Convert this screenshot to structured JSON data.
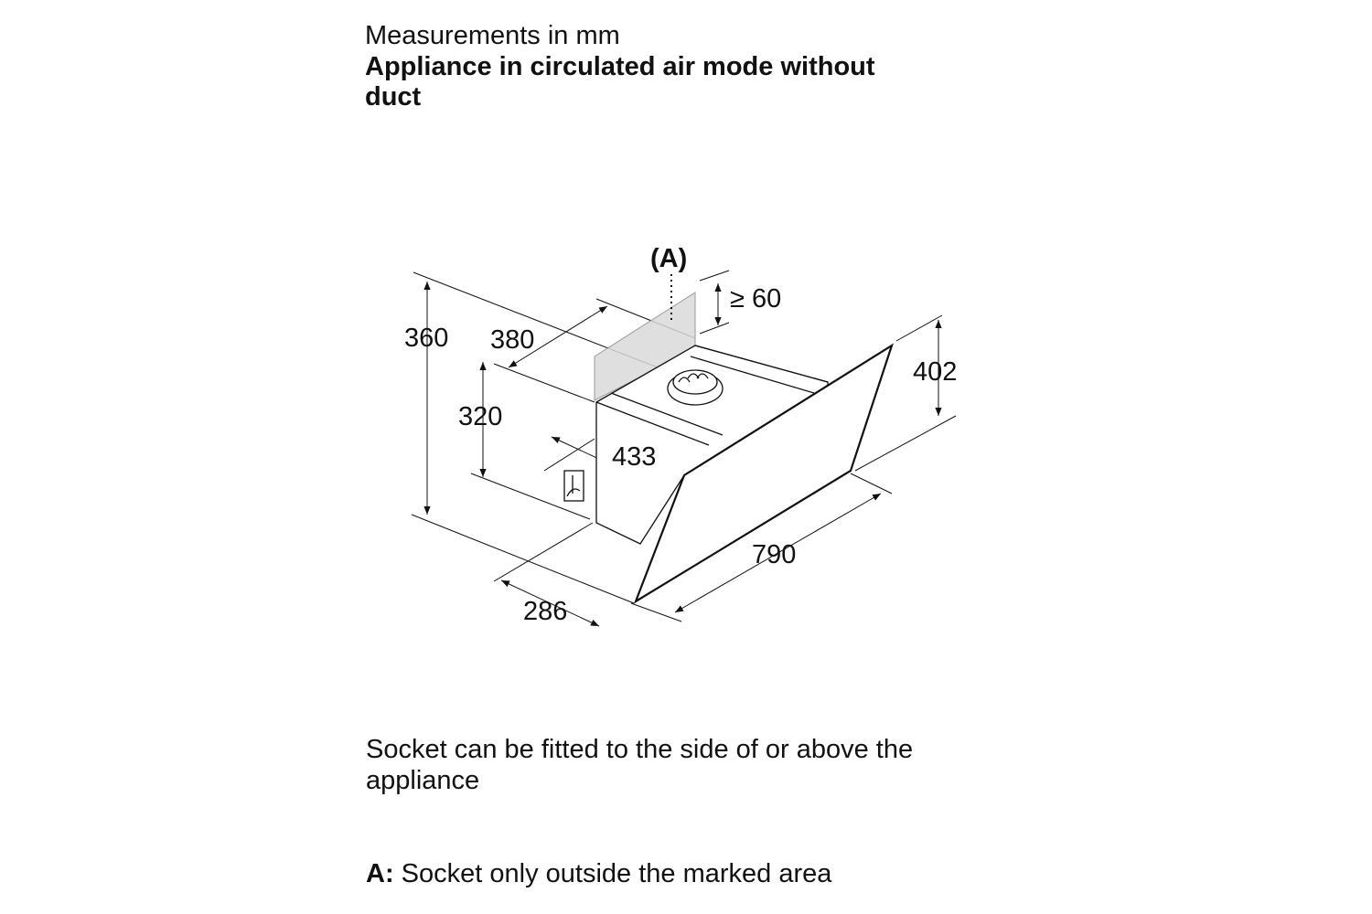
{
  "header": {
    "units": "Measurements in mm",
    "title_line1": "Appliance in circulated air mode without",
    "title_line2": "duct"
  },
  "diagram": {
    "marker": "(A)",
    "dimensions": {
      "clearance": "≥ 60",
      "total_height": "360",
      "depth_top": "380",
      "socket_height": "320",
      "socket_offset": "433",
      "panel_height": "402",
      "width": "790",
      "depth": "286"
    },
    "socket_icon": "socket-icon",
    "colors": {
      "line": "#111111",
      "marked_area": "#d9d9d9"
    }
  },
  "notes": {
    "socket_line1": "Socket can be fitted to the side of or above the",
    "socket_line2": "appliance",
    "a_label": "A:",
    "a_text": "Socket only outside the marked area"
  }
}
